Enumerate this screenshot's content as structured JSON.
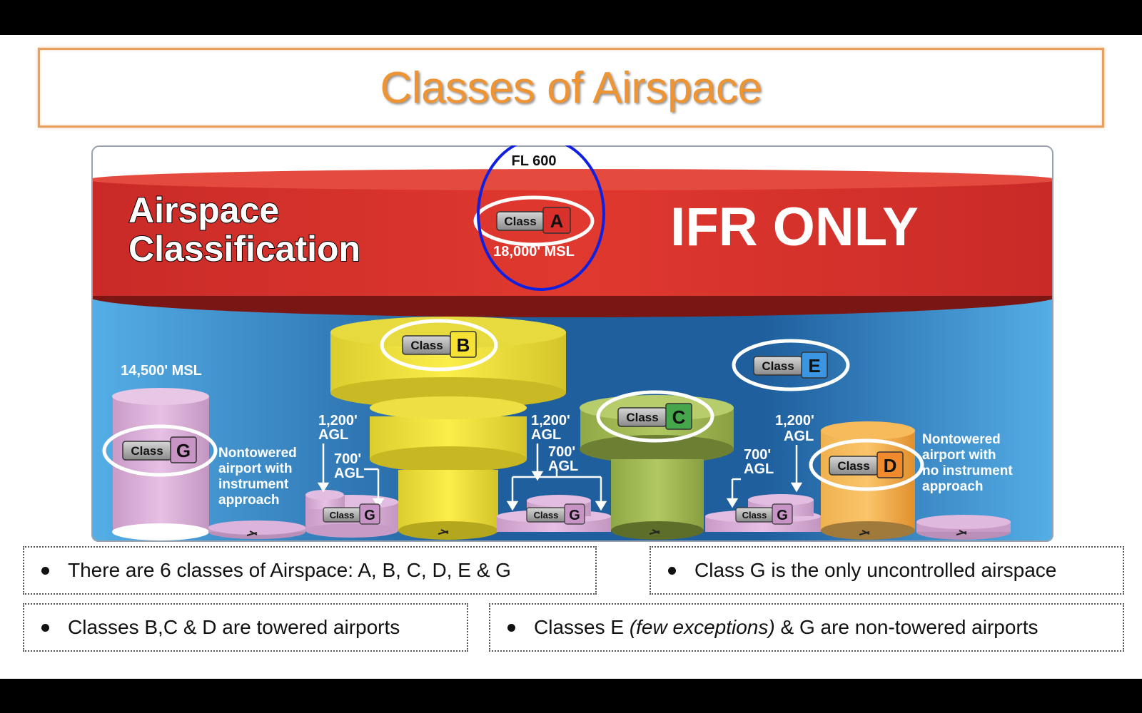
{
  "title": "Classes of Airspace",
  "diagram": {
    "heading_line1": "Airspace",
    "heading_line2": "Classification",
    "ifr": "IFR ONLY",
    "fl600": "FL 600",
    "msl18000": "18,000' MSL",
    "msl14500": "14,500' MSL",
    "class_word": "Class",
    "agl1200": "1,200'",
    "agl700": "700'",
    "agl": "AGL",
    "nontowered_instr": [
      "Nontowered",
      "airport with",
      "instrument",
      "approach"
    ],
    "nontowered_noinstr": [
      "Nontowered",
      "airport with",
      "no instrument",
      "approach"
    ],
    "class_letters": {
      "A": "A",
      "B": "B",
      "C": "C",
      "D": "D",
      "E": "E",
      "G": "G"
    },
    "colors": {
      "class_a": "#d9302c",
      "class_b": "#f2e23a",
      "class_c": "#a6bf55",
      "class_d": "#f0a640",
      "class_e": "#2e86d4",
      "class_g": "#d9a9d6",
      "sky": "#2f7fc4",
      "highlight_ring": "#1020e0"
    }
  },
  "bullets": {
    "b1": "There are 6 classes of Airspace: A, B, C, D, E & G",
    "b2": "Class G is the only uncontrolled airspace",
    "b3": "Classes B,C & D are towered airports",
    "b4_pre": "Classes E ",
    "b4_em": "(few exceptions)",
    "b4_post": " & G are non-towered airports"
  }
}
